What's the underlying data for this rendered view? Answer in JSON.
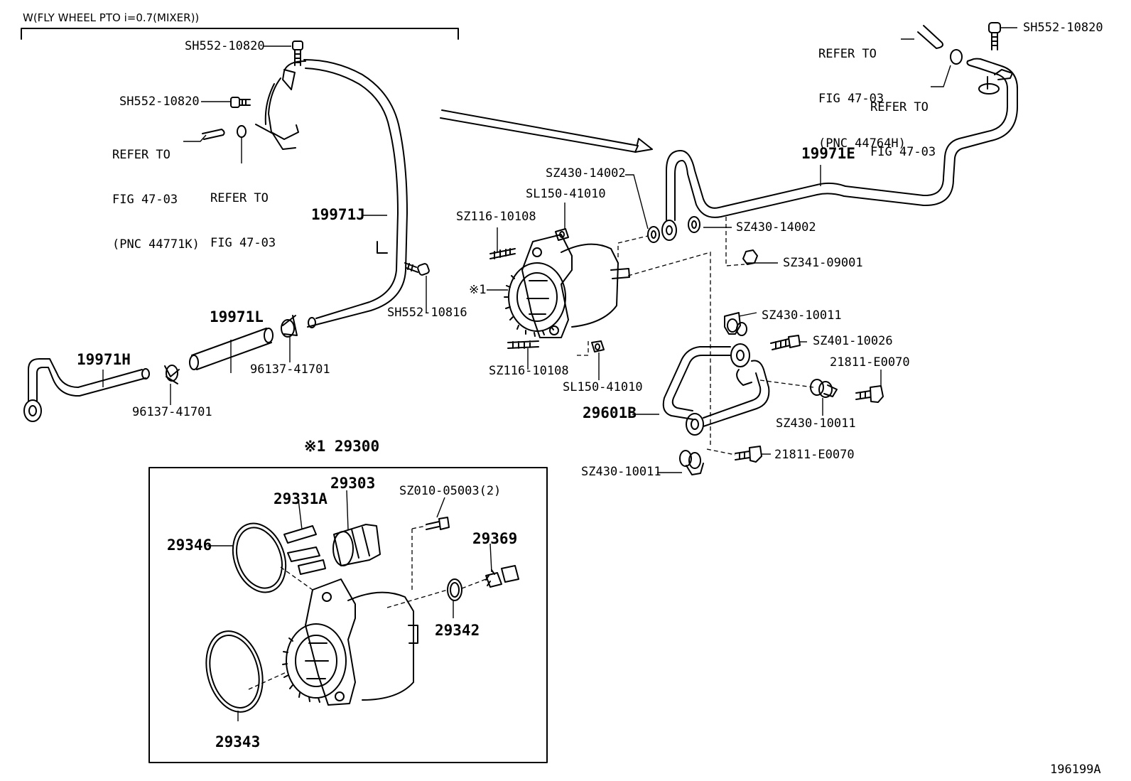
{
  "header": {
    "group_label": "W(FLY WHEEL PTO i=0.7(MIXER))"
  },
  "figure_id": "196199A",
  "references": {
    "ref_pnc_44771k": [
      "REFER TO",
      "FIG 47-03",
      "(PNC 44771K)"
    ],
    "ref_fig_left": [
      "REFER TO",
      "FIG 47-03"
    ],
    "ref_pnc_44764h": [
      "REFER TO",
      "FIG 47-03",
      "(PNC 44764H)"
    ],
    "ref_fig_right": [
      "REFER TO",
      "FIG 47-03"
    ]
  },
  "callouts": {
    "sh552_top": "SH552-10820",
    "sh552_mid": "SH552-10820",
    "sh552_right": "SH552-10820",
    "sh552_10816": "SH552-10816",
    "p19971j": "19971J",
    "p19971l": "19971L",
    "p19971h": "19971H",
    "p96137_a": "96137-41701",
    "p96137_b": "96137-41701",
    "p19971e": "19971E",
    "sz430_14002_a": "SZ430-14002",
    "sz430_14002_b": "SZ430-14002",
    "sl150_top": "SL150-41010",
    "sl150_bottom": "SL150-41010",
    "sz116_top": "SZ116-10108",
    "sz116_bottom": "SZ116-10108",
    "mark_1": "※1",
    "sz341": "SZ341-09001",
    "sz430_10011_a": "SZ430-10011",
    "sz430_10011_b": "SZ430-10011",
    "sz430_10011_c": "SZ430-10011",
    "sz401": "SZ401-10026",
    "p21811_a": "21811-E0070",
    "p21811_b": "21811-E0070",
    "p29601b": "29601B",
    "p29300": "※1 29300",
    "p29331a": "29331A",
    "p29303": "29303",
    "sz010": "SZ010-05003(2)",
    "p29346": "29346",
    "p29369": "29369",
    "p29342": "29342",
    "p29343": "29343"
  },
  "colors": {
    "line": "#000000",
    "background": "#ffffff"
  }
}
